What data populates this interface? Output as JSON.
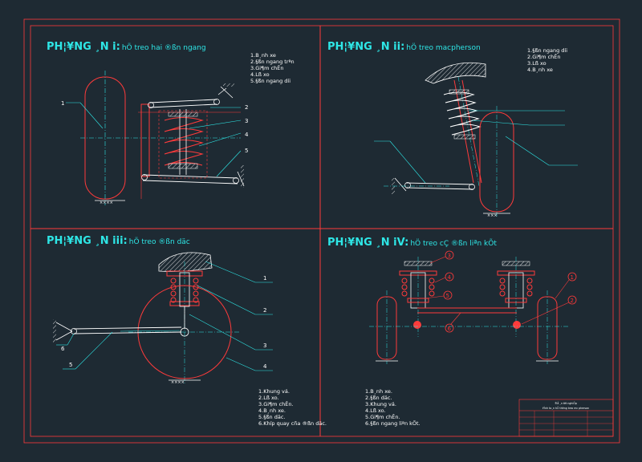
{
  "panels": [
    {
      "title": "PH¦¥NG ¸N i:",
      "subtitle": "hÖ treo hai ®ßn ngang",
      "notes": [
        "1.B¸nh xe",
        "2.§ßn ngang trªn",
        "3.Gi¶m chÊn",
        "4.Lß xo",
        "5.§ßn ngang d­íi"
      ],
      "callouts": [
        "1",
        "2",
        "3",
        "4",
        "5"
      ]
    },
    {
      "title": "PH¦¥NG ¸N ii:",
      "subtitle": "hÖ treo macpherson",
      "notes": [
        "1.§ßn ngang d­íi",
        "2.Gi¶m chÊn",
        "3.Lß xo",
        "4.B¸nh xe"
      ],
      "callouts": []
    },
    {
      "title": "PH¦¥NG ¸N iii:",
      "subtitle": "hÖ treo ®ßn däc",
      "notes": [
        "1.Khung vá.",
        "2.Lß xo.",
        "3.Gi¶m chÊn.",
        "4.B¸nh xe.",
        "5.§ßn däc.",
        "6.Khíp quay cña ®ßn däc."
      ],
      "callouts": [
        "1",
        "2",
        "3",
        "4",
        "5",
        "6"
      ]
    },
    {
      "title": "PH¦¥NG ¸N iV:",
      "subtitle": "hÖ treo cÇ ®ßn liªn kÕt",
      "notes": [
        "1.B¸nh xe.",
        "2.§ßn däc.",
        "3.Khung vá.",
        "4.Lß xo.",
        "5.Gi¶m chÊn.",
        "6.§ßn ngang liªn kÕt."
      ],
      "callouts": [
        "1",
        "2",
        "3",
        "4",
        "5",
        "6"
      ]
    }
  ],
  "title_block": {
    "heading": "®å ¸n tèt nghiÖp",
    "subheading": "tÝnh to¸n hÖ thèng treo mc pherson"
  },
  "colors": {
    "background": "#1e2a33",
    "frame": "#ff3b3b",
    "accent": "#2ee6e6",
    "text": "#ffffff"
  }
}
